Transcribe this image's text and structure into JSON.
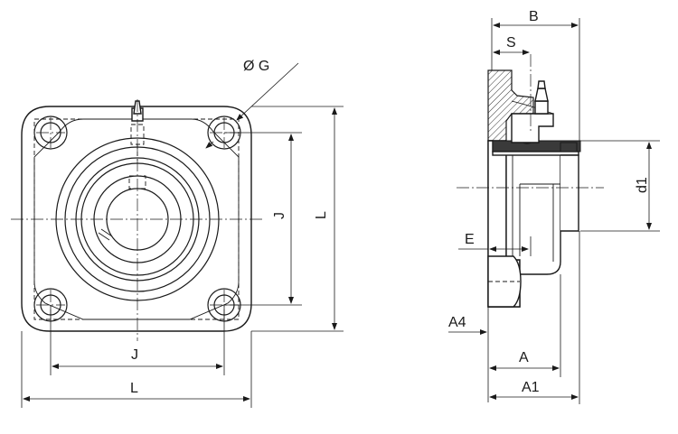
{
  "labels": {
    "phi_g": "Ø G",
    "j_vertical": "J",
    "l_vertical": "L",
    "j_horizontal": "J",
    "l_horizontal": "L",
    "b": "B",
    "s": "S",
    "d1": "d1",
    "e": "E",
    "a4": "A4",
    "a": "A",
    "a1": "A1"
  }
}
